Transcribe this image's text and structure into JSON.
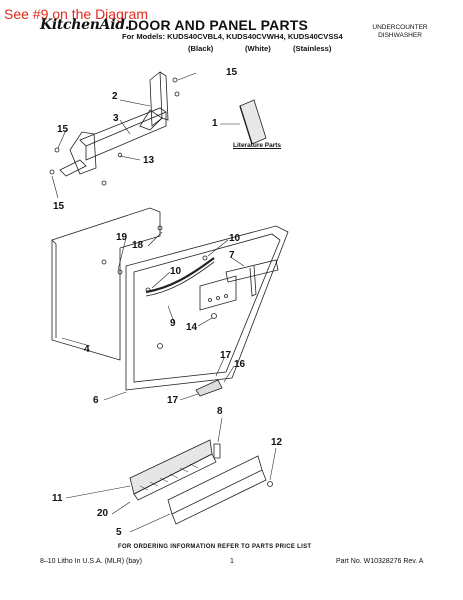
{
  "note": "See #9 on the Diagram",
  "header": {
    "brand": "KitchenAid.",
    "title": "DOOR AND PANEL PARTS",
    "models": "For Models: KUDS40CVBL4, KUDS40CVWH4, KUDS40CVSS4",
    "variants": [
      "(Black)",
      "(White)",
      "(Stainless)"
    ],
    "category_line1": "UNDERCOUNTER",
    "category_line2": "DISHWASHER"
  },
  "callouts": {
    "c15a": "15",
    "c2": "2",
    "c15b": "15",
    "c3": "3",
    "c13": "13",
    "c15c": "15",
    "c1": "1",
    "c19": "19",
    "c18": "18",
    "c10a": "10",
    "c7": "7",
    "c10b": "10",
    "c9": "9",
    "c14": "14",
    "c4": "4",
    "c17a": "17",
    "c16": "16",
    "c17b": "17",
    "c6": "6",
    "c8": "8",
    "c12": "12",
    "c11": "11",
    "c20": "20",
    "c5": "5"
  },
  "literature_label": "Literature Parts",
  "footer": {
    "order_note": "FOR ORDERING INFORMATION REFER TO PARTS PRICE LIST",
    "litho": "8–10 Litho In U.S.A. (MLR) (bay)",
    "page": "1",
    "part_no": "Part No. W10328276 Rev. A"
  }
}
